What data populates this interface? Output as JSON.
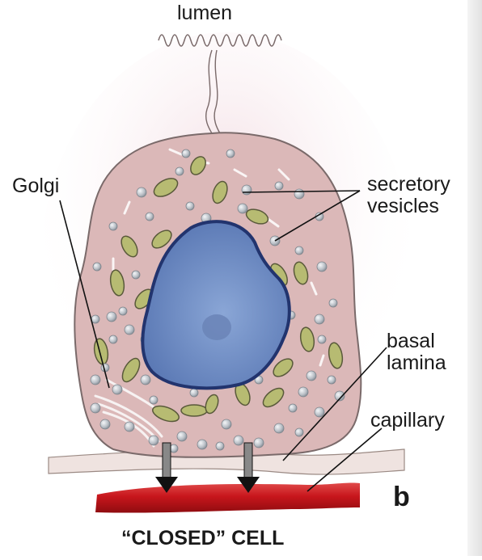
{
  "labels": {
    "lumen": "lumen",
    "golgi": "Golgi",
    "secretory_1": "secretory",
    "secretory_2": "vesicles",
    "basal_1": "basal",
    "basal_2": "lamina",
    "capillary": "capillary",
    "panel": "b",
    "caption": "“CLOSED” CELL"
  },
  "colors": {
    "cytoplasm": "#dbb8b8",
    "cell_outline": "#7a6a6a",
    "nucleus": "#6f8ec6",
    "nucleus_edge": "#22346e",
    "mitochondria": "#b7bb72",
    "vesicle": "#c2c7cc",
    "capillary": "#c61c22",
    "arrow": "#111111"
  }
}
